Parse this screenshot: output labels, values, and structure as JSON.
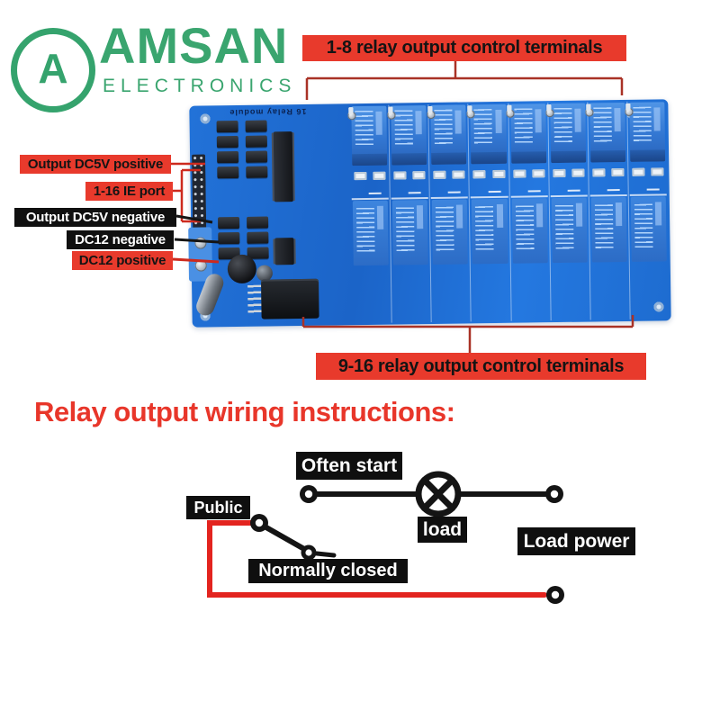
{
  "brand": {
    "logo_letter": "A",
    "name": "AMSAN",
    "subtitle": "ELECTRONICS",
    "color_green": "#35a36d"
  },
  "board": {
    "silkscreen_text": "16 Relay module",
    "relays_per_row": 8,
    "rows": 2,
    "color_pcb": "#2272d8",
    "color_relay": "#3377d2"
  },
  "callouts": {
    "top_label": "1-8 relay output control terminals",
    "bottom_label": "9-16 relay output control terminals",
    "left_labels": [
      {
        "text": "Output DC5V positive",
        "style": "red"
      },
      {
        "text": "1-16 IE port",
        "style": "red"
      },
      {
        "text": "Output DC5V negative",
        "style": "black"
      },
      {
        "text": "DC12 negative",
        "style": "black"
      },
      {
        "text": "DC12 positive",
        "style": "red"
      }
    ],
    "color_label_red": "#e83a2c",
    "color_label_black": "#101010",
    "color_bracket": "#a93226"
  },
  "wiring": {
    "heading": "Relay output wiring instructions:",
    "heading_color": "#e8362a",
    "labels": {
      "often_start": "Often start",
      "public": "Public",
      "load": "load",
      "normally_closed": "Normally closed",
      "load_power": "Load power"
    },
    "wire_black": "#141414",
    "wire_red": "#e3241f"
  }
}
